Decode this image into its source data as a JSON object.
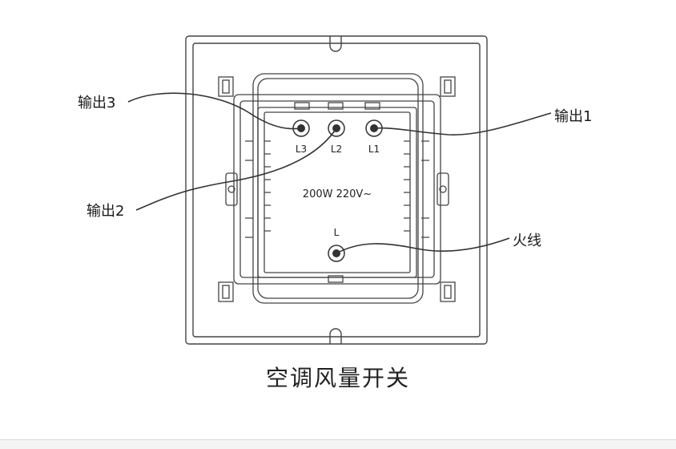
{
  "labels": {
    "out3": "输出3",
    "out1": "输出1",
    "out2": "输出2",
    "live": "火线"
  },
  "terminals": {
    "l3": "L3",
    "l2": "L2",
    "l1": "L1",
    "l": "L"
  },
  "rating": "200W 220V~",
  "caption": "空调风量开关",
  "colors": {
    "line": "#333333",
    "frame": "#555555",
    "background": "#ffffff"
  }
}
